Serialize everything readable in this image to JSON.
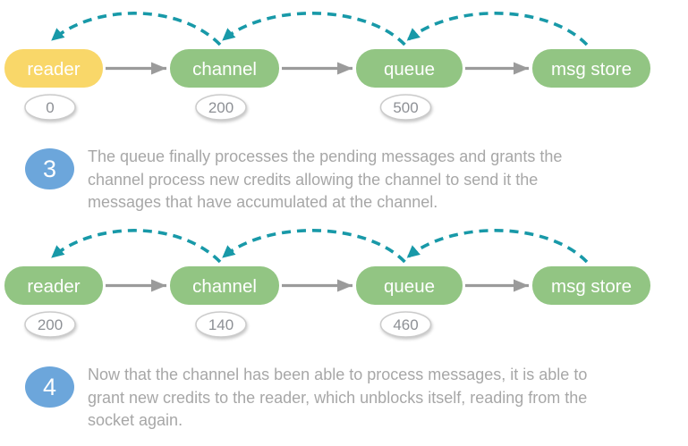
{
  "colors": {
    "node_yellow": "#f9d769",
    "node_green": "#92c583",
    "node_text": "#ffffff",
    "credit_arc_teal": "#1899a8",
    "forward_arrow_gray": "#9b9b9b",
    "credit_bubble_fill": "#ffffff",
    "credit_bubble_border": "#cbcbcb",
    "credit_bubble_text": "#8d9095",
    "step_badge_blue": "#6ca6db",
    "step_text_gray": "#a7a7a7"
  },
  "diagram_rows": [
    {
      "name": "state-after-step-3",
      "nodes": [
        {
          "label": "reader",
          "color": "yellow",
          "credit": "0"
        },
        {
          "label": "channel",
          "color": "green",
          "credit": "200"
        },
        {
          "label": "queue",
          "color": "green",
          "credit": "500"
        },
        {
          "label": "msg store",
          "color": "green",
          "credit": null
        }
      ],
      "forward_arrows": [
        {
          "from": "reader",
          "to": "channel"
        },
        {
          "from": "channel",
          "to": "queue"
        },
        {
          "from": "queue",
          "to": "msg store"
        }
      ],
      "credit_grant_arcs": [
        {
          "from": "channel",
          "to": "reader"
        },
        {
          "from": "queue",
          "to": "channel"
        },
        {
          "from": "msg store",
          "to": "queue"
        }
      ]
    },
    {
      "name": "state-after-step-4",
      "nodes": [
        {
          "label": "reader",
          "color": "green",
          "credit": "200"
        },
        {
          "label": "channel",
          "color": "green",
          "credit": "140"
        },
        {
          "label": "queue",
          "color": "green",
          "credit": "460"
        },
        {
          "label": "msg store",
          "color": "green",
          "credit": null
        }
      ],
      "forward_arrows": [
        {
          "from": "reader",
          "to": "channel"
        },
        {
          "from": "channel",
          "to": "queue"
        },
        {
          "from": "queue",
          "to": "msg store"
        }
      ],
      "credit_grant_arcs": [
        {
          "from": "channel",
          "to": "reader"
        },
        {
          "from": "queue",
          "to": "channel"
        },
        {
          "from": "msg store",
          "to": "queue"
        }
      ]
    }
  ],
  "steps": [
    {
      "number": "3",
      "lines": [
        "The queue finally processes the pending messages and grants the",
        "channel process new credits allowing the channel to send it the",
        "messages that have accumulated at the channel."
      ]
    },
    {
      "number": "4",
      "lines": [
        "Now that the channel has been able to process messages, it is able to",
        "grant new credits to the reader, which unblocks itself, reading from the",
        "socket again."
      ]
    }
  ]
}
